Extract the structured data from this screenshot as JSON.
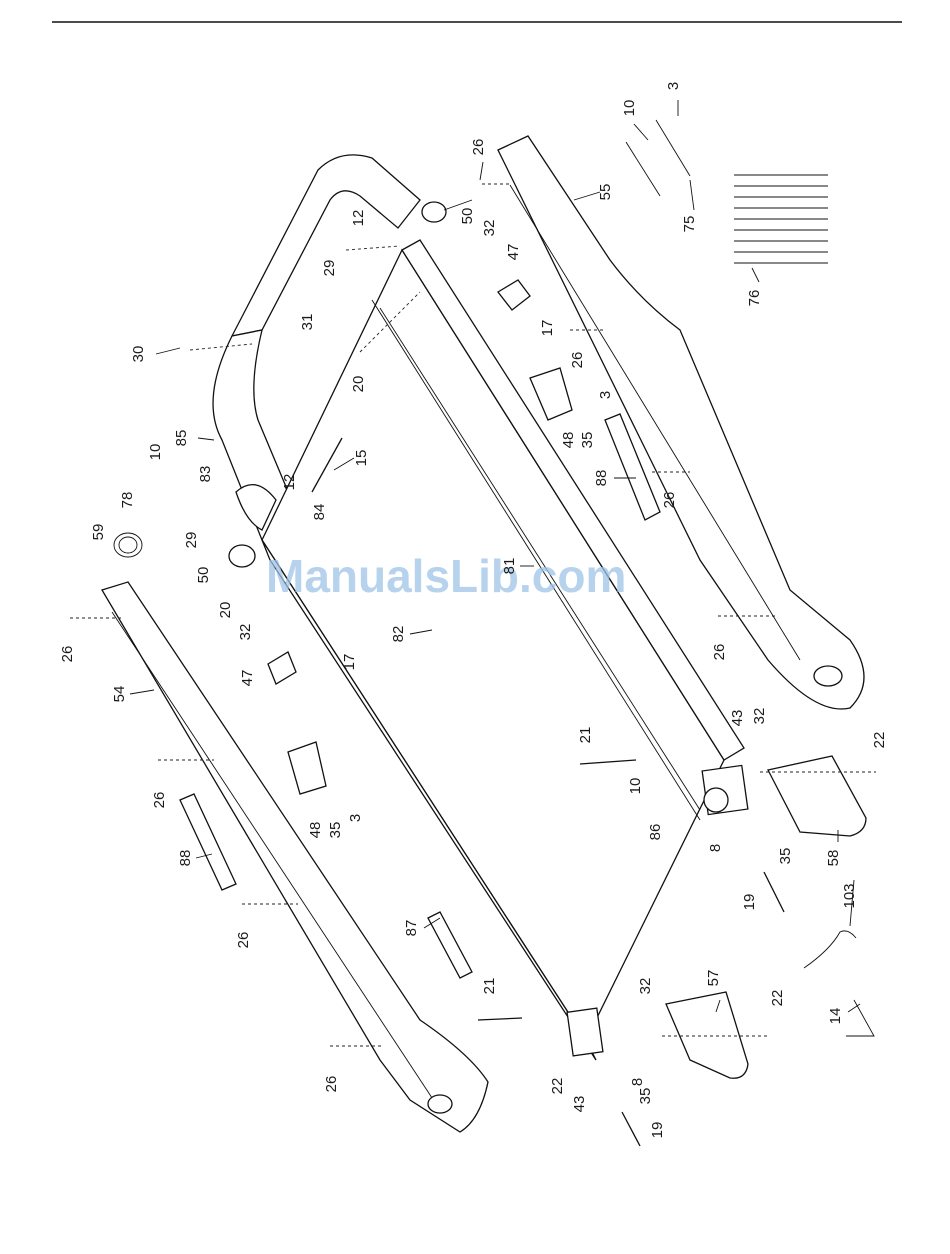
{
  "watermark": "ManualsLib.com",
  "labels": [
    {
      "id": "l3a",
      "text": "3"
    },
    {
      "id": "l10a",
      "text": "10"
    },
    {
      "id": "l26a",
      "text": "26"
    },
    {
      "id": "l55",
      "text": "55"
    },
    {
      "id": "l75",
      "text": "75"
    },
    {
      "id": "l76",
      "text": "76"
    },
    {
      "id": "l50a",
      "text": "50"
    },
    {
      "id": "l32a",
      "text": "32"
    },
    {
      "id": "l12a",
      "text": "12"
    },
    {
      "id": "l29a",
      "text": "29"
    },
    {
      "id": "l47a",
      "text": "47"
    },
    {
      "id": "l17a",
      "text": "17"
    },
    {
      "id": "l26b",
      "text": "26"
    },
    {
      "id": "l31",
      "text": "31"
    },
    {
      "id": "l30",
      "text": "30"
    },
    {
      "id": "l20a",
      "text": "20"
    },
    {
      "id": "l3b",
      "text": "3"
    },
    {
      "id": "l35a",
      "text": "35"
    },
    {
      "id": "l48a",
      "text": "48"
    },
    {
      "id": "l85",
      "text": "85"
    },
    {
      "id": "l15",
      "text": "15"
    },
    {
      "id": "l10b",
      "text": "10"
    },
    {
      "id": "l83",
      "text": "83"
    },
    {
      "id": "l12b",
      "text": "12"
    },
    {
      "id": "l88a",
      "text": "88"
    },
    {
      "id": "l26c",
      "text": "26"
    },
    {
      "id": "l78",
      "text": "78"
    },
    {
      "id": "l84",
      "text": "84"
    },
    {
      "id": "l59",
      "text": "59"
    },
    {
      "id": "l29b",
      "text": "29"
    },
    {
      "id": "l81",
      "text": "81"
    },
    {
      "id": "l50b",
      "text": "50"
    },
    {
      "id": "l20b",
      "text": "20"
    },
    {
      "id": "l32b",
      "text": "32"
    },
    {
      "id": "l26d",
      "text": "26"
    },
    {
      "id": "l82",
      "text": "82"
    },
    {
      "id": "l26e",
      "text": "26"
    },
    {
      "id": "l47b",
      "text": "47"
    },
    {
      "id": "l17b",
      "text": "17"
    },
    {
      "id": "l54",
      "text": "54"
    },
    {
      "id": "l21a",
      "text": "21"
    },
    {
      "id": "l43a",
      "text": "43"
    },
    {
      "id": "l32c",
      "text": "32"
    },
    {
      "id": "l22a",
      "text": "22"
    },
    {
      "id": "l26f",
      "text": "26"
    },
    {
      "id": "l48b",
      "text": "48"
    },
    {
      "id": "l35b",
      "text": "35"
    },
    {
      "id": "l3c",
      "text": "3"
    },
    {
      "id": "l10c",
      "text": "10"
    },
    {
      "id": "l86",
      "text": "86"
    },
    {
      "id": "l8a",
      "text": "8"
    },
    {
      "id": "l35c",
      "text": "35"
    },
    {
      "id": "l58",
      "text": "58"
    },
    {
      "id": "l88b",
      "text": "88"
    },
    {
      "id": "l19a",
      "text": "19"
    },
    {
      "id": "l103",
      "text": "103"
    },
    {
      "id": "l26g",
      "text": "26"
    },
    {
      "id": "l87",
      "text": "87"
    },
    {
      "id": "l21b",
      "text": "21"
    },
    {
      "id": "l32d",
      "text": "32"
    },
    {
      "id": "l57",
      "text": "57"
    },
    {
      "id": "l22b",
      "text": "22"
    },
    {
      "id": "l14",
      "text": "14"
    },
    {
      "id": "l26h",
      "text": "26"
    },
    {
      "id": "l22c",
      "text": "22"
    },
    {
      "id": "l43b",
      "text": "43"
    },
    {
      "id": "l8b",
      "text": "8"
    },
    {
      "id": "l35d",
      "text": "35"
    },
    {
      "id": "l19b",
      "text": "19"
    }
  ]
}
